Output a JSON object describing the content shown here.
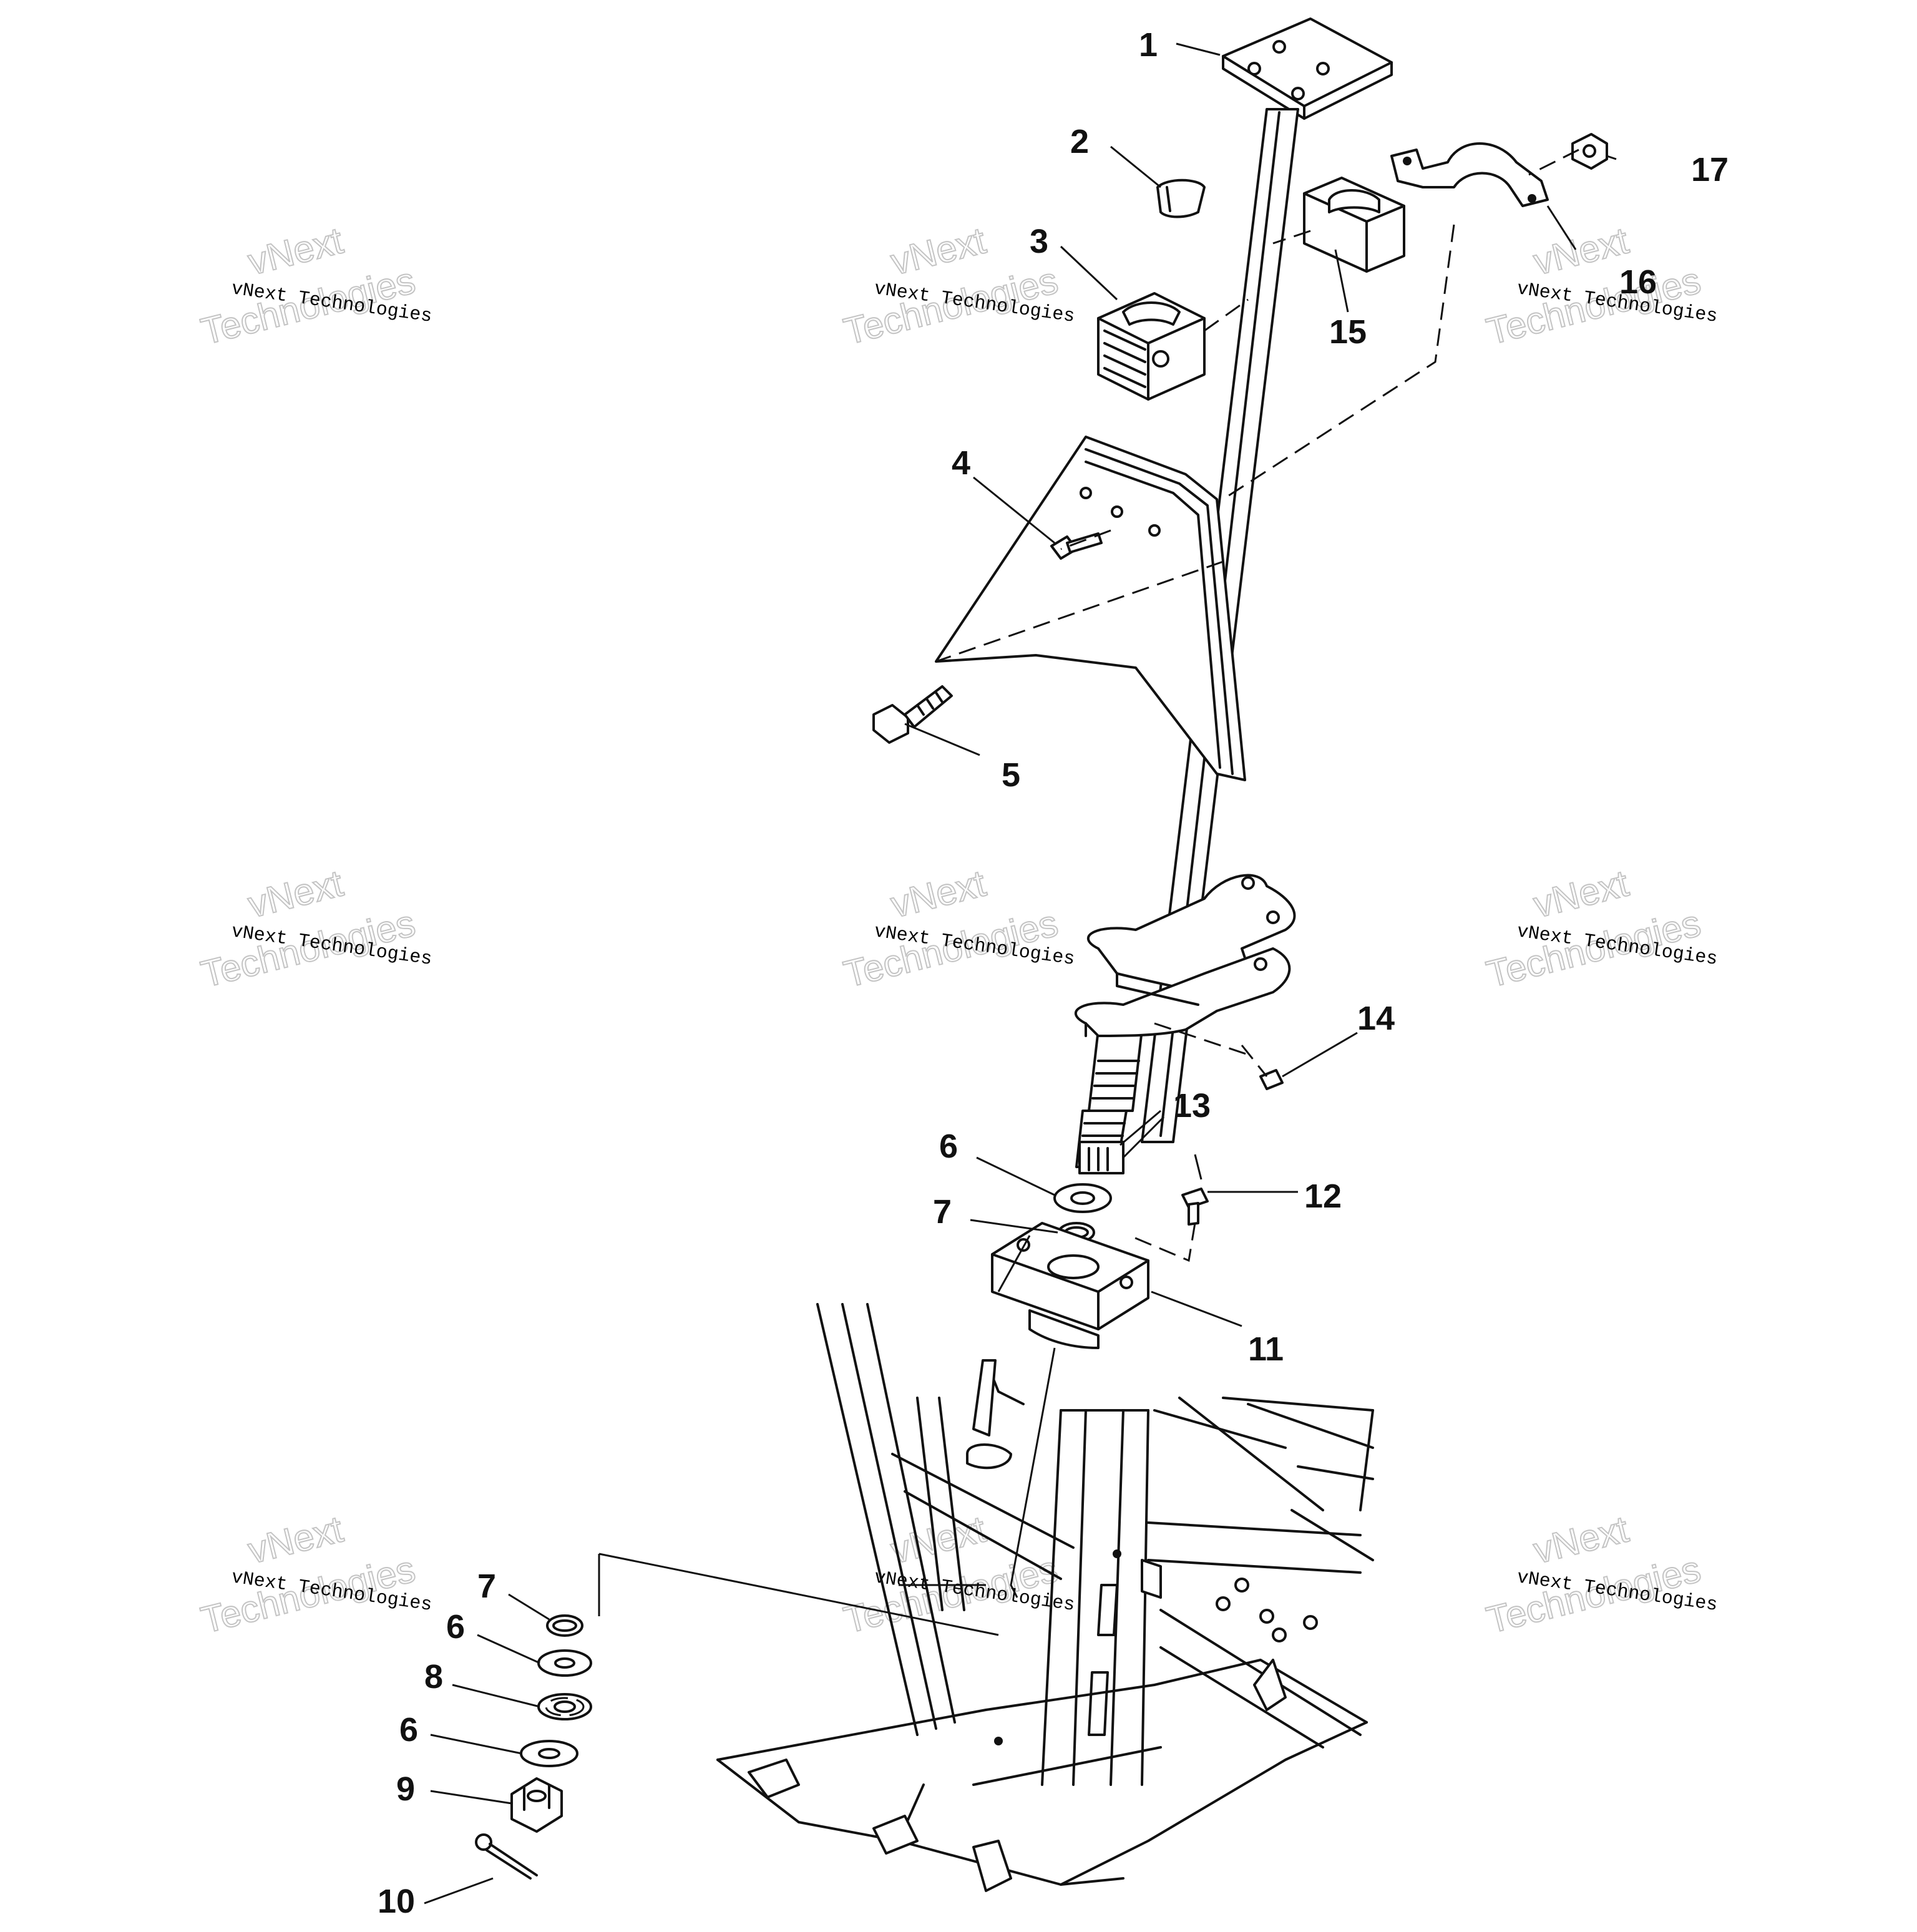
{
  "diagram": {
    "callouts": [
      {
        "id": "c1",
        "label": "1"
      },
      {
        "id": "c2",
        "label": "2"
      },
      {
        "id": "c3",
        "label": "3"
      },
      {
        "id": "c4",
        "label": "4"
      },
      {
        "id": "c5",
        "label": "5"
      },
      {
        "id": "c6a",
        "label": "6"
      },
      {
        "id": "c7a",
        "label": "7"
      },
      {
        "id": "c11",
        "label": "11"
      },
      {
        "id": "c12",
        "label": "12"
      },
      {
        "id": "c13",
        "label": "13"
      },
      {
        "id": "c14",
        "label": "14"
      },
      {
        "id": "c15",
        "label": "15"
      },
      {
        "id": "c16",
        "label": "16"
      },
      {
        "id": "c17",
        "label": "17"
      },
      {
        "id": "c7b",
        "label": "7"
      },
      {
        "id": "c6b",
        "label": "6"
      },
      {
        "id": "c8",
        "label": "8"
      },
      {
        "id": "c6c",
        "label": "6"
      },
      {
        "id": "c9",
        "label": "9"
      },
      {
        "id": "c10",
        "label": "10"
      }
    ],
    "watermark": {
      "line1": "vNext Technologies",
      "line2": "vNext",
      "line3": "Technologies"
    }
  }
}
